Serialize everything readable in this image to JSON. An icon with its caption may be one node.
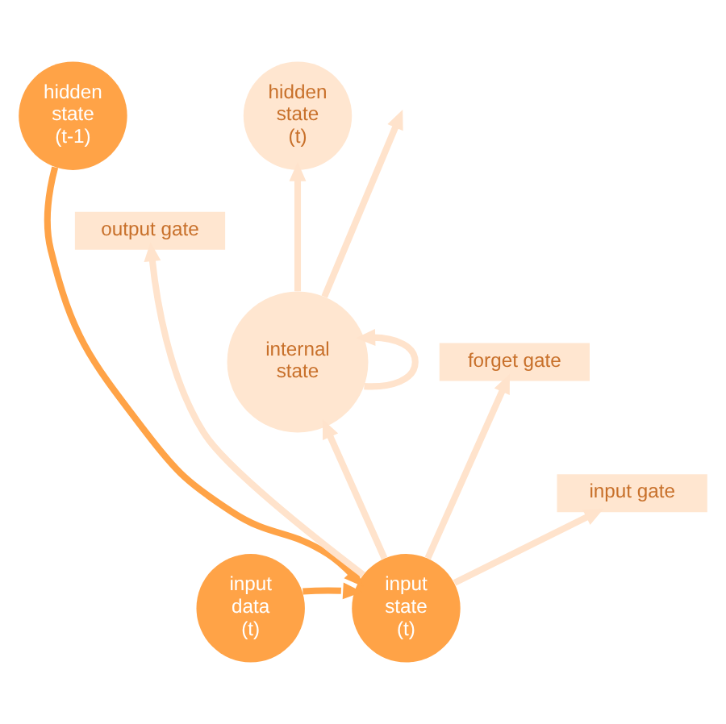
{
  "diagram": {
    "nodes": [
      {
        "text": [
          "hidden state (t-1)"
        ]
      },
      {
        "text": [
          "hidden state (t)"
        ]
      },
      {
        "text": [
          "output gate"
        ]
      },
      {
        "text": [
          "internal state"
        ]
      },
      {
        "text": [
          "forget gate"
        ]
      },
      {
        "text": [
          "input gate"
        ]
      },
      {
        "text": [
          "input data (t)"
        ]
      },
      {
        "text": [
          "input state (t)"
        ]
      }
    ],
    "edges": [
      {
        "from": 6,
        "to": 7,
        "arrow": "to",
        "color": "#ffa347"
      },
      {
        "from": 0,
        "to": 7,
        "arrow": "to",
        "color": "#ffa347"
      },
      {
        "from": 7,
        "to": 2,
        "arrow": "to"
      },
      {
        "from": 7,
        "to": 5,
        "arrow": "to"
      },
      {
        "from": 7,
        "to": 4,
        "arrow": "to"
      },
      {
        "from": 7,
        "to": 3,
        "arrow": "to"
      },
      {
        "from": 3,
        "to": 3,
        "arrow": "to"
      },
      {
        "from": 3,
        "to": 1,
        "arrow": "to"
      },
      {
        "from": 3,
        "to": null,
        "arrow": "to"
      }
    ]
  }
}
